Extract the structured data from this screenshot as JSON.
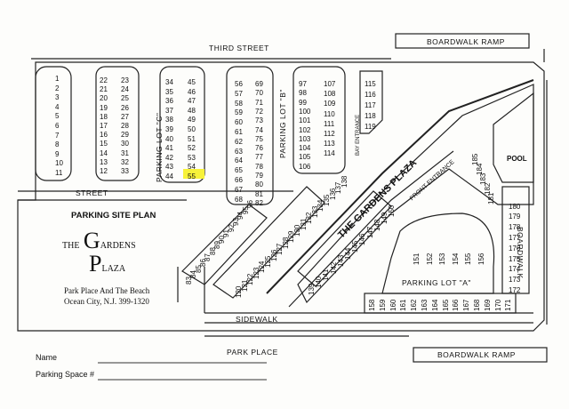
{
  "colors": {
    "ink": "#222222",
    "highlight": "#f7f23a",
    "paper": "#fdfdfb"
  },
  "labels": {
    "third_street": "THIRD STREET",
    "boardwalk_ramp_top": "BOARDWALK RAMP",
    "boardwalk_ramp_bottom": "BOARDWALK RAMP",
    "boardwalk": "BOARDWALK",
    "street": "STREET",
    "sidewalk": "SIDEWALK",
    "park_place": "PARK PLACE",
    "parking_lot_c": "PARKING LOT \"C\"",
    "parking_lot_b": "PARKING LOT \"B\"",
    "parking_lot_a": "PARKING LOT \"A\"",
    "pool": "POOL",
    "the_gardens_plaza": "THE GARDENS PLAZA",
    "front_entrance": "FRONT ENTRANCE",
    "bay_entrance": "BAY ENTRANCE",
    "parking_site_plan": "PARKING SITE PLAN",
    "logo_the": "THE",
    "logo_g": "G",
    "logo_ardens": "ARDENS",
    "logo_p": "P",
    "logo_laza": "LAZA",
    "address1": "Park Place And The Beach",
    "address2": "Ocean City, N.J. 399-1320",
    "name_label": "Name",
    "parking_space_label": "Parking Space #"
  },
  "spaces": {
    "col1": [
      "1",
      "2",
      "3",
      "4",
      "5",
      "6",
      "7",
      "8",
      "9",
      "10",
      "11"
    ],
    "col2a": [
      "22",
      "21",
      "20",
      "19",
      "18",
      "17",
      "16",
      "15",
      "14",
      "13",
      "12"
    ],
    "col2b": [
      "23",
      "24",
      "25",
      "26",
      "27",
      "28",
      "29",
      "30",
      "31",
      "32",
      "33"
    ],
    "col3a": [
      "34",
      "35",
      "36",
      "37",
      "38",
      "39",
      "40",
      "41",
      "42",
      "43",
      "44"
    ],
    "col3b": [
      "45",
      "46",
      "47",
      "48",
      "49",
      "50",
      "51",
      "52",
      "53",
      "54",
      "55"
    ],
    "col4a": [
      "56",
      "57",
      "58",
      "59",
      "60",
      "61",
      "62",
      "63",
      "64",
      "65",
      "66",
      "67",
      "68"
    ],
    "col4b": [
      "69",
      "70",
      "71",
      "72",
      "73",
      "74",
      "75",
      "76",
      "77",
      "78",
      "79",
      "80",
      "81",
      "82"
    ],
    "col5a": [
      "97",
      "98",
      "99",
      "100",
      "101",
      "102",
      "103",
      "104",
      "105",
      "106"
    ],
    "col5b": [
      "107",
      "108",
      "109",
      "110",
      "111",
      "112",
      "113",
      "114"
    ],
    "col6": [
      "115",
      "116",
      "117",
      "118",
      "119"
    ],
    "diag_left": [
      "83",
      "84",
      "85",
      "86",
      "87",
      "88",
      "89",
      "90",
      "91",
      "92",
      "93",
      "94",
      "95",
      "96"
    ],
    "diag_mid": [
      "120",
      "121",
      "122",
      "123",
      "124",
      "125",
      "126",
      "127",
      "128",
      "129",
      "130",
      "131",
      "132",
      "133",
      "134",
      "135",
      "136",
      "137",
      "138"
    ],
    "diag_inner": [
      "139",
      "140",
      "141",
      "142",
      "143",
      "144",
      "145",
      "146",
      "147",
      "148",
      "149",
      "150"
    ],
    "lot_a_top": [
      "151",
      "152",
      "153",
      "154",
      "155",
      "156"
    ],
    "lot_a_bottom": [
      "158",
      "159",
      "160",
      "161",
      "162",
      "163",
      "164",
      "165",
      "166",
      "167",
      "168",
      "169",
      "170",
      "171"
    ],
    "right_col": [
      "172",
      "173",
      "174",
      "175",
      "176",
      "177",
      "178",
      "179",
      "180"
    ],
    "pool_diag": [
      "181",
      "182",
      "183",
      "184",
      "185"
    ],
    "highlighted": "55"
  }
}
